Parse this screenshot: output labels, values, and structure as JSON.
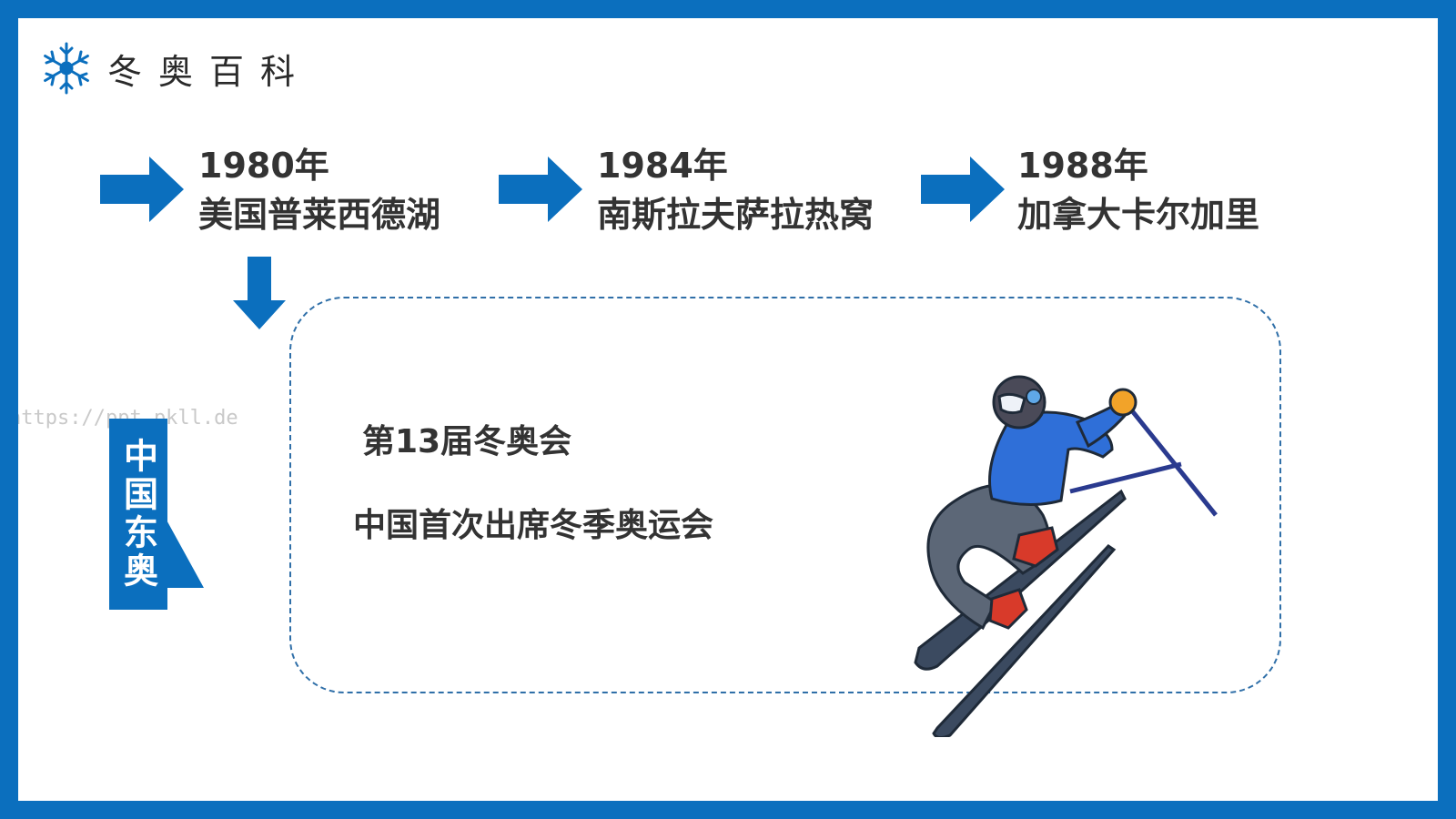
{
  "header": {
    "title": "冬奥百科",
    "icon": "snowflake-icon"
  },
  "timeline": [
    {
      "year": "1980年",
      "place": "美国普莱西德湖"
    },
    {
      "year": "1984年",
      "place": "南斯拉夫萨拉热窝"
    },
    {
      "year": "1988年",
      "place": "加拿大卡尔加里"
    }
  ],
  "side_label": "中国东奥",
  "detail": {
    "title": "第13届冬奥会",
    "text": "中国首次出席冬季奥运会"
  },
  "watermark": "https://ppt.pkll.de",
  "colors": {
    "accent": "#0b6fbe",
    "text": "#333333"
  }
}
